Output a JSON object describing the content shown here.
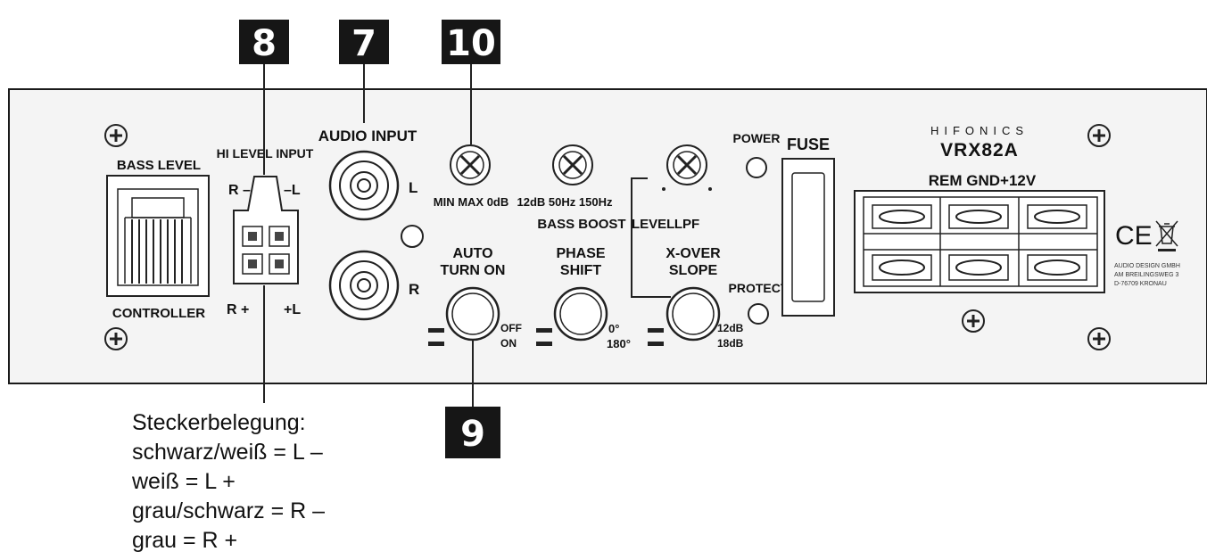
{
  "callouts": {
    "c8": "8",
    "c7": "7",
    "c10": "10",
    "c9": "9"
  },
  "panel": {
    "bass_level": "BASS LEVEL",
    "controller": "CONTROLLER",
    "hi_level_input": "HI LEVEL INPUT",
    "r_minus": "R –",
    "l_minus": "–L",
    "r_plus": "R +",
    "l_plus": "+L",
    "audio_input": "AUDIO INPUT",
    "rca_l": "L",
    "rca_r": "R",
    "gain_range": "MIN MAX 0dB",
    "boost_range": "12dB 50Hz 150Hz",
    "bass_boost": "BASS BOOST",
    "level": "LEVEL",
    "lpf": "LPF",
    "auto_turn_on_1": "AUTO",
    "auto_turn_on_2": "TURN ON",
    "off": "OFF",
    "on": "ON",
    "phase_shift_1": "PHASE",
    "phase_shift_2": "SHIFT",
    "phase_0": "0°",
    "phase_180": "180°",
    "xover_1": "X-OVER",
    "xover_2": "SLOPE",
    "slope_12": "12dB",
    "slope_18": "18dB",
    "power": "POWER",
    "protect": "PROTECT",
    "fuse": "FUSE",
    "brand": "HIFONICS",
    "model": "VRX82A",
    "terminal_labels": "REM GND+12V",
    "ce_mark": "CE",
    "address_1": "AUDIO DESIGN GMBH",
    "address_2": "AM BREILINGSWEG 3",
    "address_3": "D-76709 KRONAU"
  },
  "legend": {
    "title": "Steckerbelegung:",
    "lines": [
      "schwarz/weiß  = L –",
      "weiß  = L +",
      "grau/schwarz  = R –",
      "grau  = R +"
    ]
  }
}
